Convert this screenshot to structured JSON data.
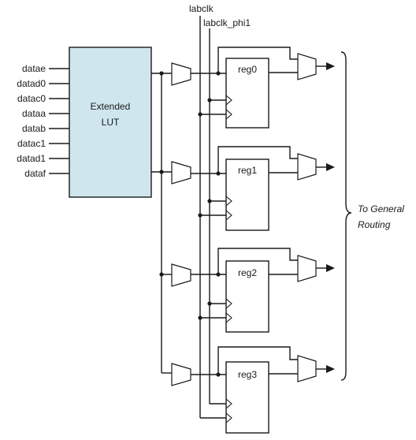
{
  "colors": {
    "lut_fill": "#cfe6ef",
    "line": "#1a1a1a"
  },
  "clocks": [
    "labclk",
    "labclk_phi1"
  ],
  "lut": {
    "line1": "Extended",
    "line2": "LUT"
  },
  "inputs": [
    "datae",
    "datad0",
    "datac0",
    "dataa",
    "datab",
    "datac1",
    "datad1",
    "dataf"
  ],
  "registers": [
    "reg0",
    "reg1",
    "reg2",
    "reg3"
  ],
  "destination": {
    "line1": "To General",
    "line2": "Routing"
  }
}
